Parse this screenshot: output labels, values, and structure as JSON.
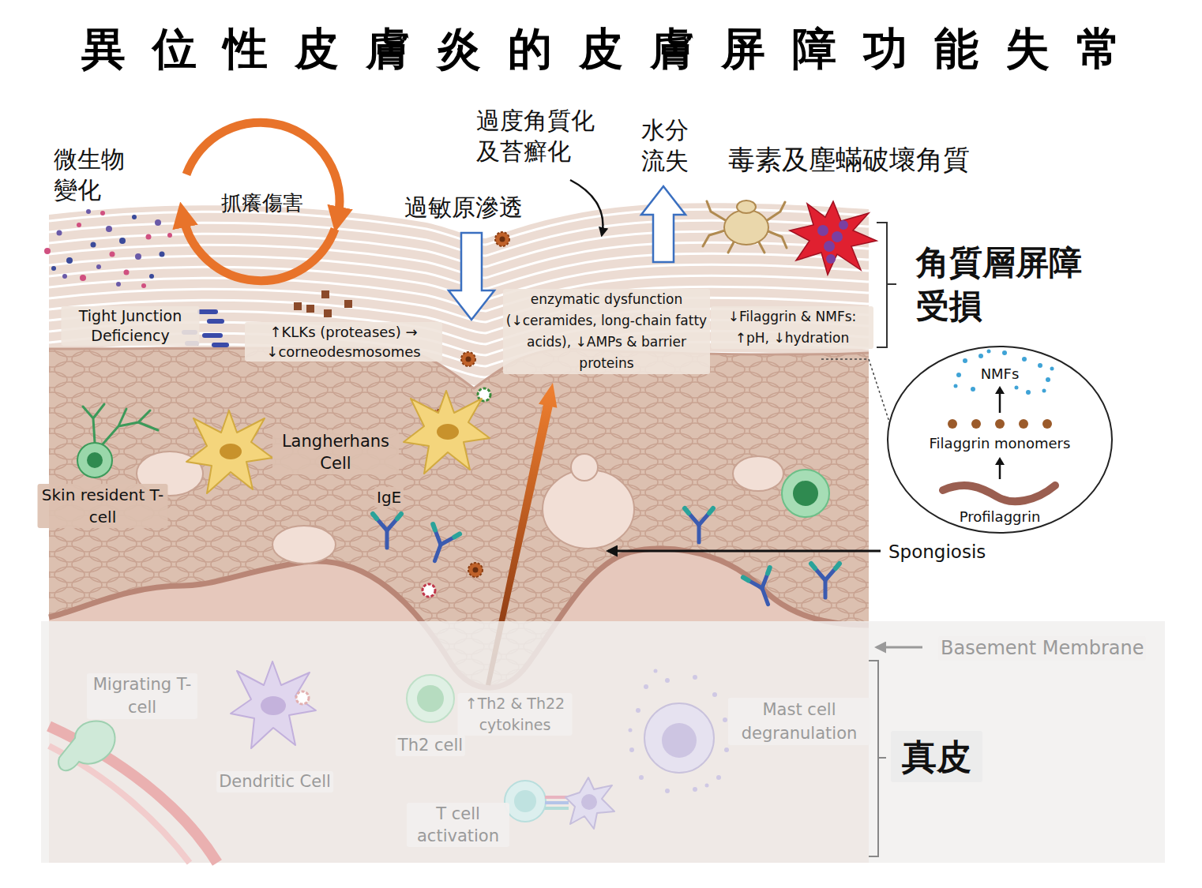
{
  "diagram": {
    "title": "異位性皮膚炎的皮膚屏障功能失常",
    "nodes": [
      {
        "text": [
          "NMFs",
          "Filaggrin monomers",
          "Profilaggrin"
        ]
      }
    ],
    "labels": [
      "微生物 變化",
      "抓癢傷害",
      "過度角質化 及苔癬化",
      "水分 流失",
      "毒素及塵蟎破壞角質",
      "過敏原滲透",
      "角質層屏障 受損",
      "Tight Junction Deficiency",
      "↑KLKs (proteases) → ↓corneodesmosomes",
      "enzymatic dysfunction (↓ceramides, long-chain fatty acids), ↓AMPs & barrier proteins",
      "↓Filaggrin & NMFs: ↑pH, ↓hydration",
      "Langherhans Cell",
      "Skin resident T-cell",
      "IgE",
      "Spongiosis",
      "Basement Membrane",
      "Migrating T-cell",
      "Dendritic Cell",
      "Th2 cell",
      "↑Th2 & Th22 cytokines",
      "Mast cell degranulation",
      "真皮",
      "T cell activation"
    ]
  }
}
